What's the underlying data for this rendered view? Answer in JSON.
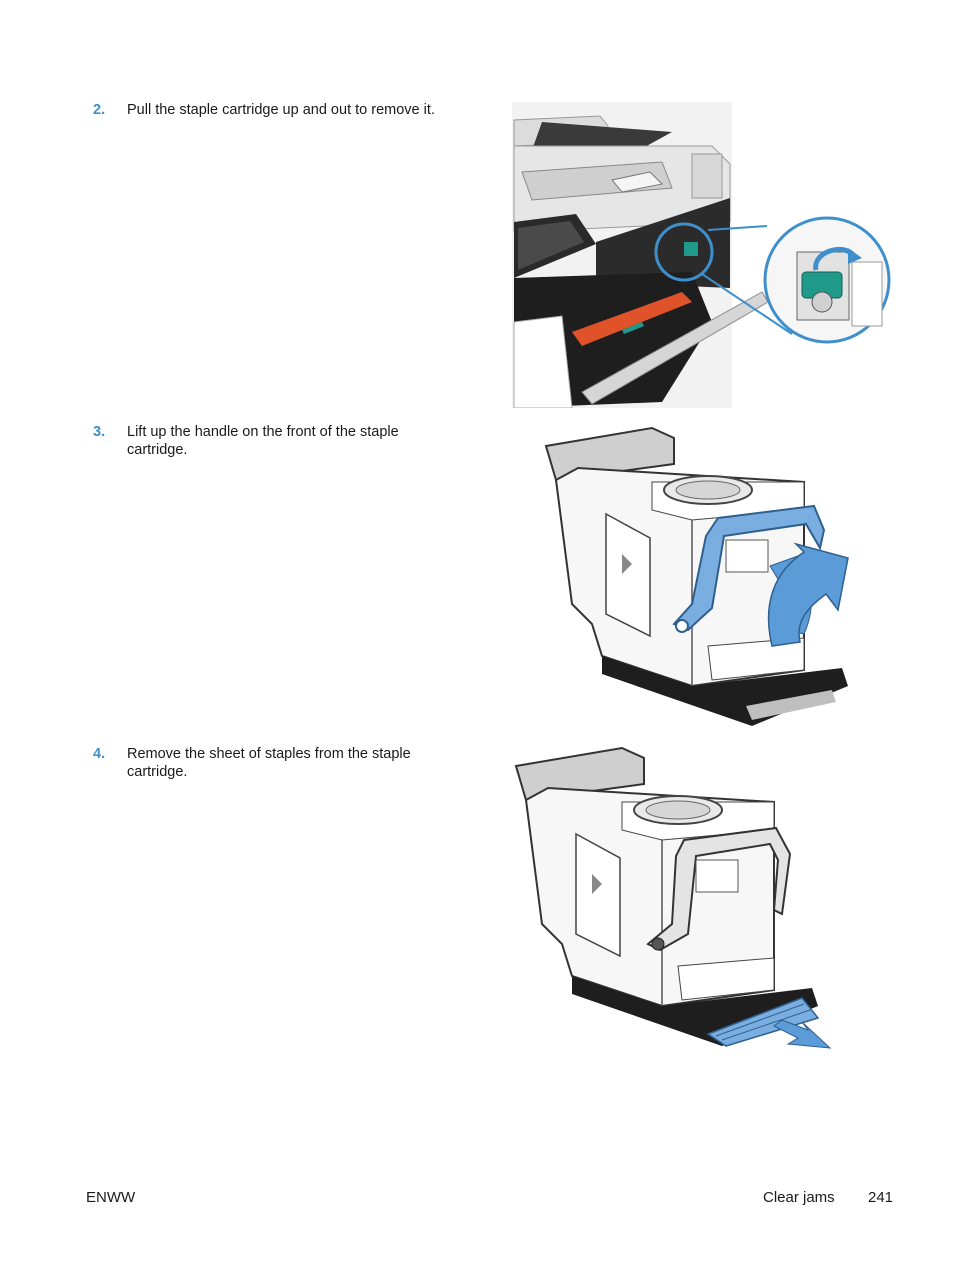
{
  "steps": [
    {
      "number": "2.",
      "text": "Pull the staple cartridge up and out to remove it."
    },
    {
      "number": "3.",
      "text": "Lift up the handle on the front of the staple cartridge."
    },
    {
      "number": "4.",
      "text": "Remove the sheet of staples from the staple cartridge."
    }
  ],
  "footer": {
    "left": "ENWW",
    "section": "Clear jams",
    "page": "241"
  },
  "colors": {
    "accent": "#3e8fcb",
    "handle_blue": "#7aaee0",
    "teal": "#1f9a8a"
  }
}
